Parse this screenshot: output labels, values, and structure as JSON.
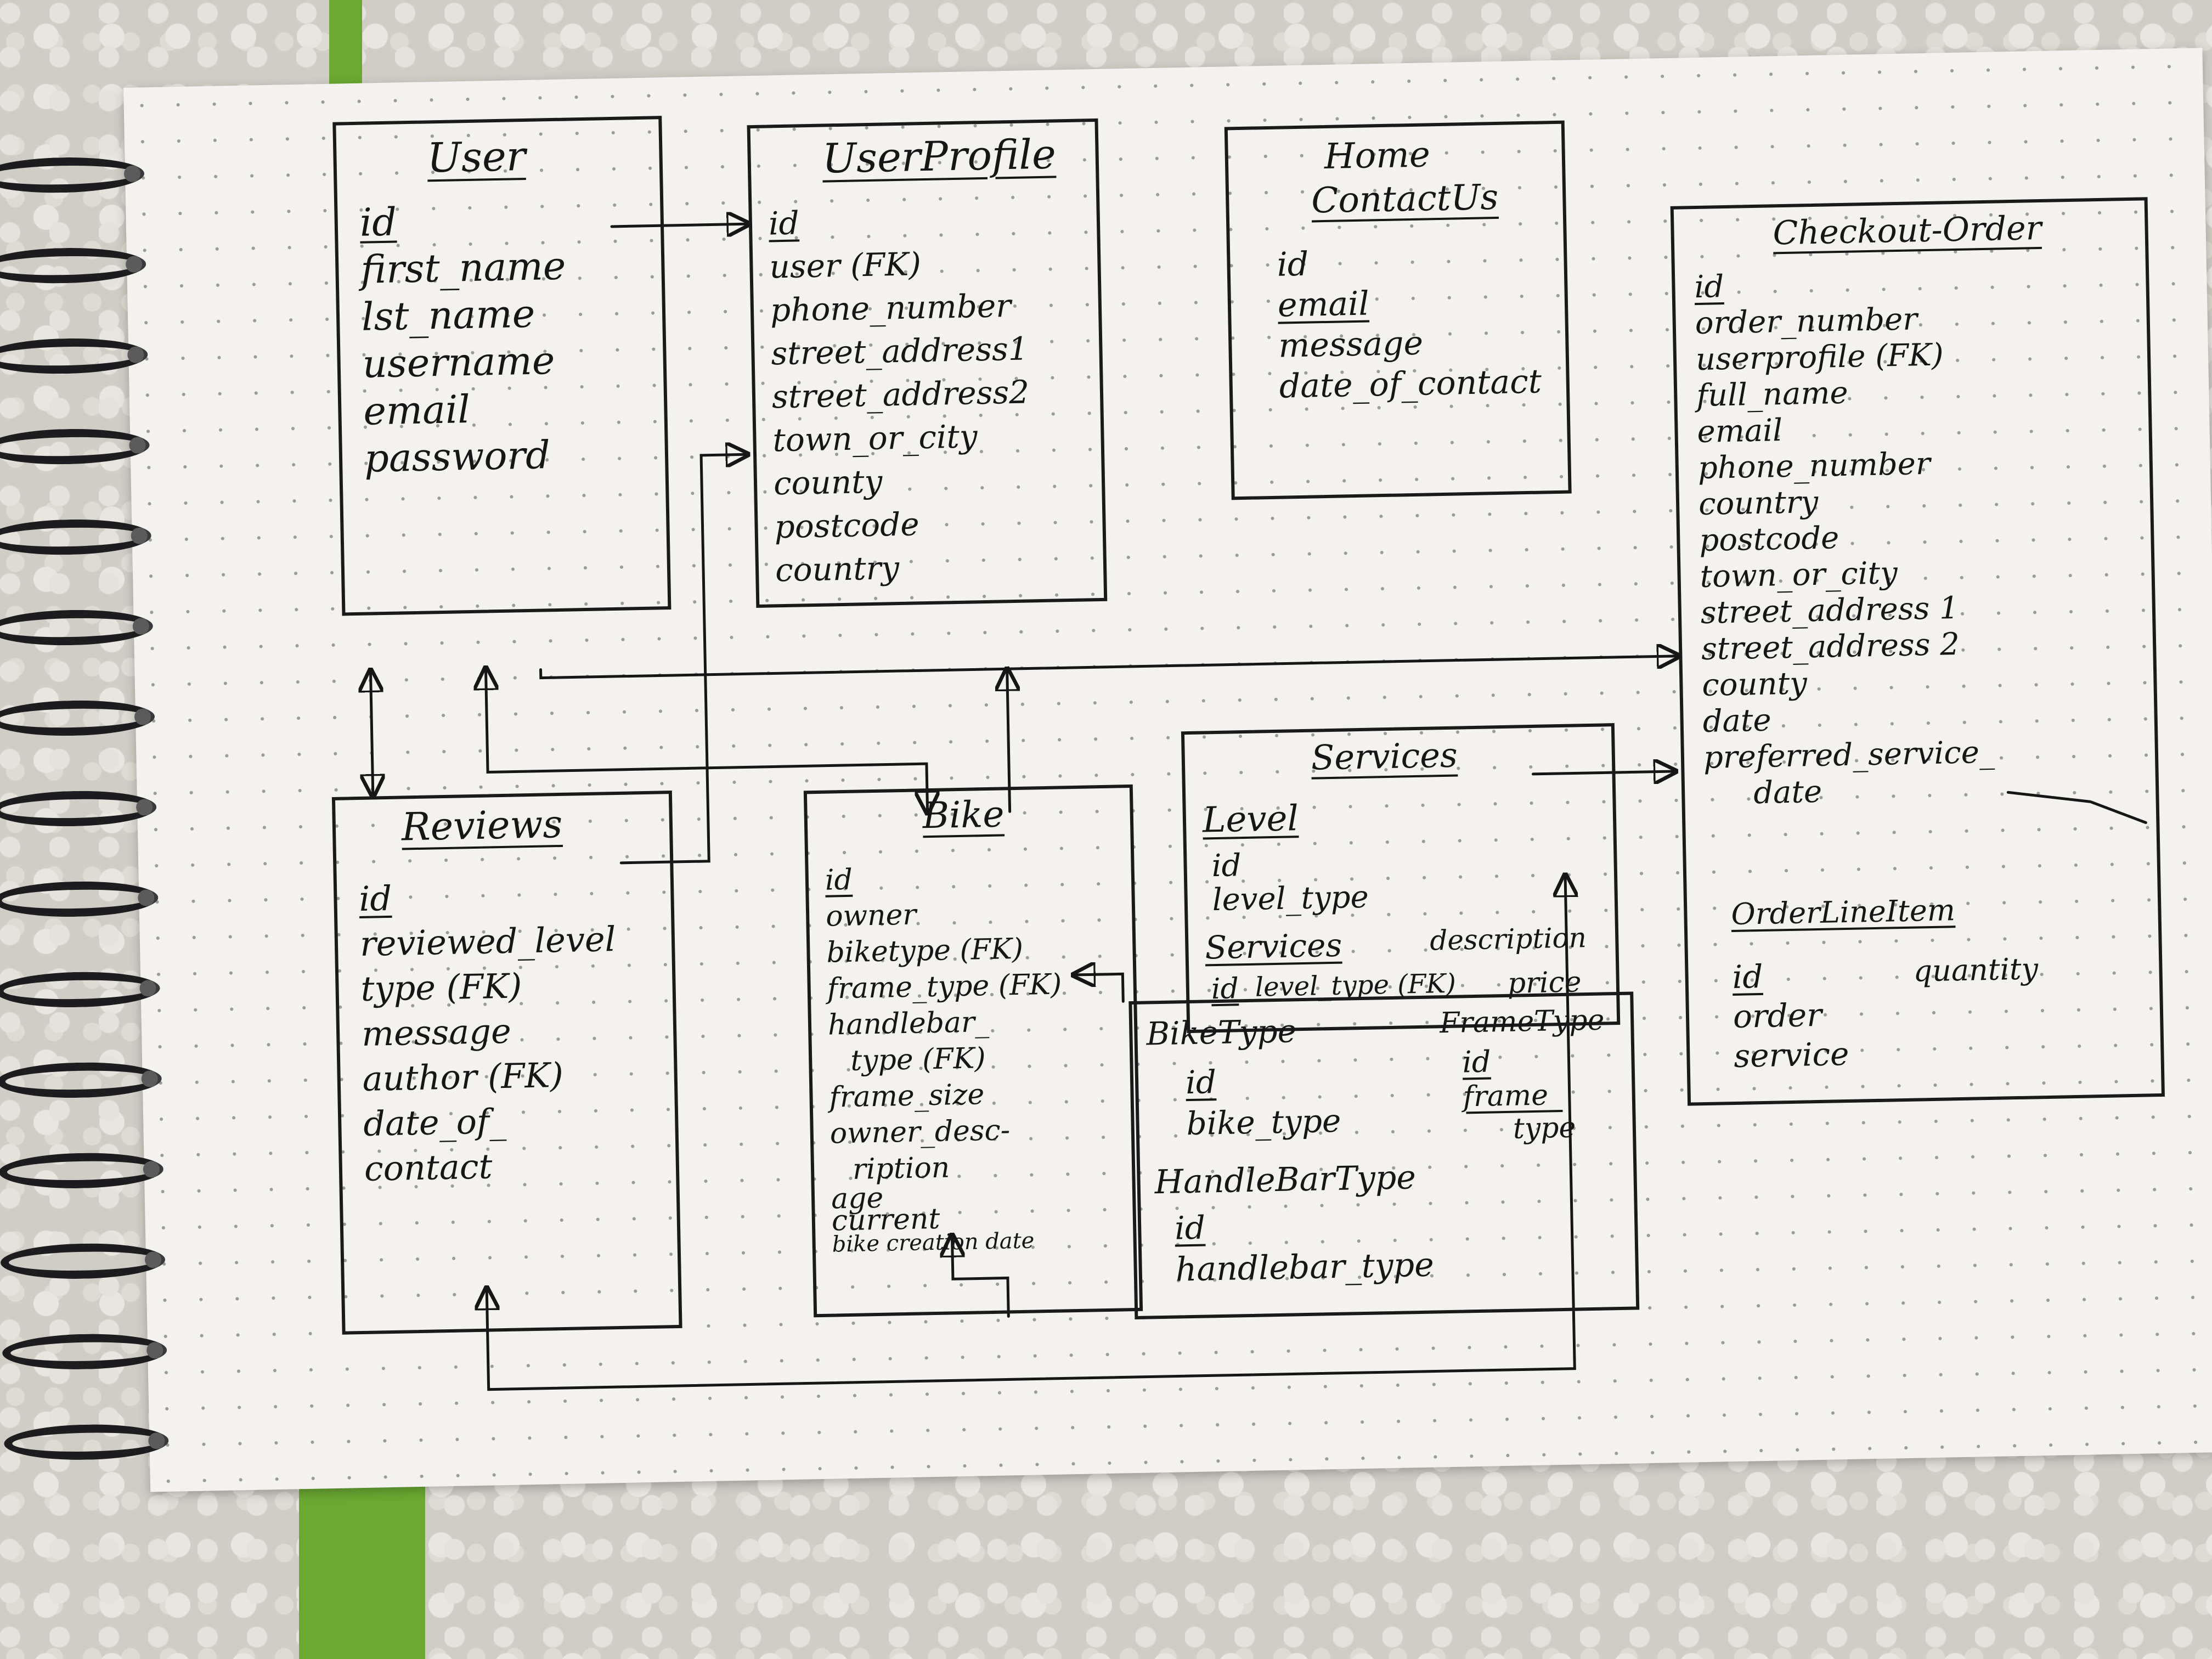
{
  "user": {
    "title": "User",
    "fields": [
      "id",
      "first_name",
      "lst_name",
      "username",
      "email",
      "password"
    ]
  },
  "user_profile": {
    "title": "UserProfile",
    "fields": [
      "id",
      "user (FK)",
      "phone_number",
      "street_address1",
      "street_address2",
      "town_or_city",
      "county",
      "postcode",
      "country"
    ]
  },
  "home_contact": {
    "title_line1": "Home",
    "title_line2": "ContactUs",
    "fields": [
      "id",
      "email",
      "message",
      "date_of_contact"
    ]
  },
  "checkout_order": {
    "title": "Checkout-Order",
    "fields": [
      "id",
      "order_number",
      "userprofile (FK)",
      "full_name",
      "email",
      "phone_number",
      "country",
      "postcode",
      "town_or_city",
      "street_address 1",
      "street_address 2",
      "county",
      "date",
      "preferred_service_",
      "date"
    ],
    "line_item": {
      "title": "OrderLineItem",
      "fields": [
        "id",
        "order",
        "service"
      ],
      "extra_field": "quantity"
    }
  },
  "services": {
    "title": "Services",
    "level_title": "Level",
    "level_fields": [
      "id",
      "level_type"
    ],
    "services_title": "Services",
    "description_label": "description",
    "services_fields": [
      "id",
      "level_type (FK)",
      "price"
    ]
  },
  "reviews": {
    "title": "Reviews",
    "fields": [
      "id",
      "reviewed_level",
      "type (FK)",
      "message",
      "author (FK)",
      "date_of_",
      "contact"
    ]
  },
  "bike": {
    "title": "Bike",
    "fields": [
      "id",
      "owner",
      "biketype (FK)",
      "frame_type (FK)",
      "handlebar_",
      "type (FK)",
      "frame_size",
      "owner_desc-",
      "ription",
      "age",
      "current",
      "bike creation date"
    ]
  },
  "lookups": {
    "bike_type_title": "BikeType",
    "bike_type_fields": [
      "id",
      "bike_type"
    ],
    "frame_type_title": "FrameType",
    "frame_type_fields": [
      "id",
      "frame_",
      "type"
    ],
    "handlebar_type_title": "HandleBarType",
    "handlebar_type_fields": [
      "id",
      "handlebar_type"
    ]
  },
  "colors": {
    "ink": "#161616",
    "paper": "#f3f2ef",
    "tab": "#6aa832"
  }
}
